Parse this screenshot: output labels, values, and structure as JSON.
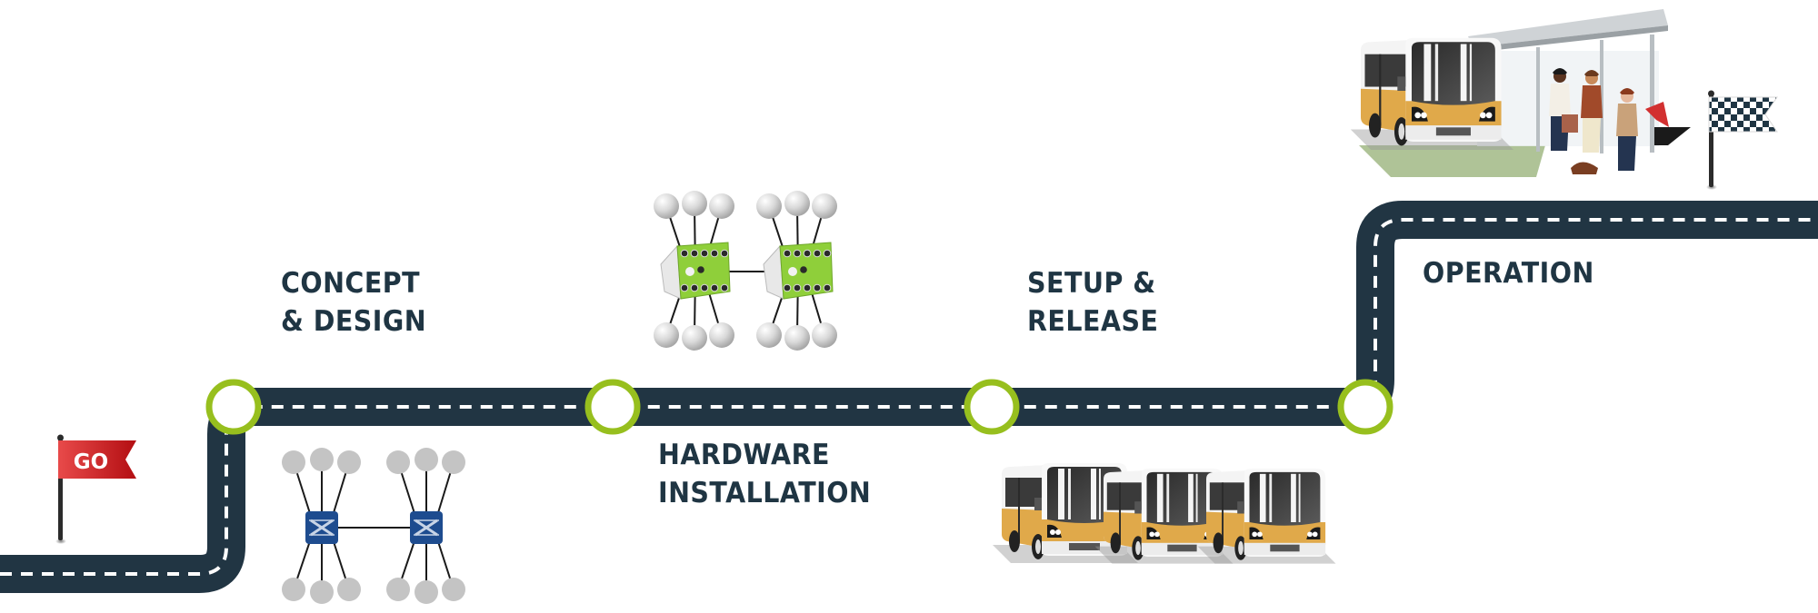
{
  "title": "Project roadmap",
  "colors": {
    "road": "#213543",
    "road_dash": "#ffffff",
    "milestone_ring": "#97bf1e",
    "text": "#1f3543",
    "go_flag": "#d42a2a",
    "switch_blue": "#1e4c8f",
    "device_green": "#8fcf3a",
    "bus_yellow": "#e0a94a"
  },
  "start_flag": {
    "label": "GO",
    "icon": "go-flag-icon"
  },
  "finish_flag": {
    "icon": "checkered-flag-icon"
  },
  "milestones": [
    {
      "id": "concept",
      "lines": [
        "CONCEPT",
        "& DESIGN"
      ],
      "illustration": "network-switch-topology"
    },
    {
      "id": "hardware",
      "lines": [
        "HARDWARE",
        "INSTALLATION"
      ],
      "illustration": "green-io-device-topology"
    },
    {
      "id": "setup",
      "lines": [
        "SETUP &",
        "RELEASE"
      ],
      "illustration": "bus-fleet"
    },
    {
      "id": "operation",
      "lines": [
        "OPERATION"
      ],
      "illustration": "bus-at-stop-with-passengers"
    }
  ]
}
